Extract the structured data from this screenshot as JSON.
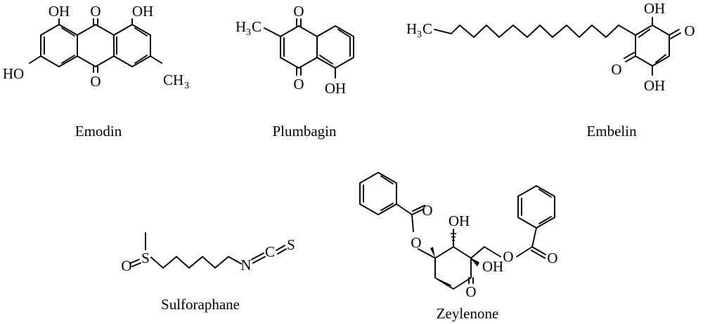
{
  "compounds": {
    "emodin": {
      "name": "Emodin",
      "labels": {
        "oh_top_left": "OH",
        "oh_top_right": "OH",
        "oh_left": "HO",
        "o_top": "O",
        "o_bottom": "O",
        "ch3_main": "CH",
        "ch3_sub": "3"
      }
    },
    "plumbagin": {
      "name": "Plumbagin",
      "labels": {
        "h3c_main_h": "H",
        "h3c_sub": "3",
        "h3c_main_c": "C",
        "o_top": "O",
        "o_bottom": "O",
        "oh": "OH"
      }
    },
    "embelin": {
      "name": "Embelin",
      "labels": {
        "h3c_main_h": "H",
        "h3c_sub": "3",
        "h3c_main_c": "C",
        "oh_top": "OH",
        "o_right": "O",
        "o_left": "O",
        "oh_bottom": "OH"
      }
    },
    "sulforaphane": {
      "name": "Sulforaphane",
      "labels": {
        "s_sulfoxide": "S",
        "o_sulfoxide": "O",
        "n": "N",
        "c": "C",
        "s_end": "S"
      }
    },
    "zeylenone": {
      "name": "Zeylenone",
      "labels": {
        "o_ester_left": "O",
        "o_carbonyl_left": "O",
        "oh_top": "OH",
        "oh_mid": "OH",
        "o_ester_right": "O",
        "o_carbonyl_right": "O",
        "o_ketone": "O"
      }
    }
  }
}
